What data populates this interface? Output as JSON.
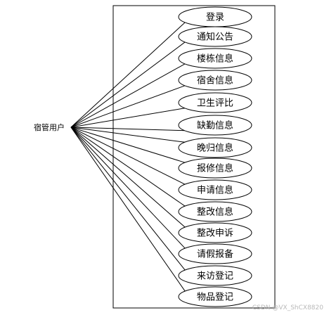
{
  "actor": {
    "label": "宿管用户"
  },
  "use_cases": [
    {
      "label": "登录"
    },
    {
      "label": "通知公告"
    },
    {
      "label": "楼栋信息"
    },
    {
      "label": "宿舍信息"
    },
    {
      "label": "卫生评比"
    },
    {
      "label": "缺勤信息"
    },
    {
      "label": "晚归信息"
    },
    {
      "label": "报修信息"
    },
    {
      "label": "申请信息"
    },
    {
      "label": "整改信息"
    },
    {
      "label": "整改申诉"
    },
    {
      "label": "请假报备"
    },
    {
      "label": "来访登记"
    },
    {
      "label": "物品登记"
    }
  ],
  "watermark": "CSDN @VX_ShCX8820"
}
